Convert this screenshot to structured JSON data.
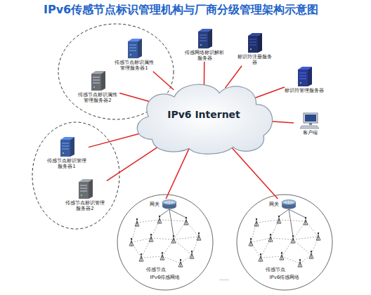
{
  "diagram": {
    "title": "IPv6传感节点标识管理机构与厂商分级管理架构示意图",
    "nodes": [
      {
        "text": [
          "传感网络标识解析服务器"
        ]
      },
      {
        "text": [
          "标识符注册服务器"
        ]
      },
      {
        "text": [
          "传感节点标识属性管理服务器1"
        ]
      },
      {
        "text": [
          "传感节点标识属性管理服务器2"
        ]
      },
      {
        "text": [
          "标识符管理服务器"
        ]
      },
      {
        "text": [
          "IPv6 Internet"
        ]
      },
      {
        "text": [
          "客户端"
        ]
      },
      {
        "text": [
          "传感节点标识管理服务器1"
        ]
      },
      {
        "text": [
          "传感节点标识管理服务器2"
        ]
      },
      {
        "text": [
          "IPv6传感网络"
        ]
      },
      {
        "text": [
          "网关"
        ],
        "in": 9
      },
      {
        "text": [
          "IPv6传感网络"
        ]
      },
      {
        "text": [
          "网关"
        ],
        "in": 11
      }
    ],
    "edges": [
      {
        "from": 0,
        "to": 5,
        "arrow": "none"
      },
      {
        "from": 1,
        "to": 5,
        "arrow": "none"
      },
      {
        "from": 2,
        "to": 5,
        "arrow": "none"
      },
      {
        "from": 3,
        "to": 5,
        "arrow": "none"
      },
      {
        "from": 4,
        "to": 5,
        "arrow": "none"
      },
      {
        "from": 6,
        "to": 5,
        "arrow": "none"
      },
      {
        "from": 7,
        "to": 5,
        "arrow": "none"
      },
      {
        "from": 8,
        "to": 5,
        "arrow": "none"
      },
      {
        "from": 5,
        "to": 10,
        "arrow": "none"
      },
      {
        "from": 5,
        "to": 12,
        "arrow": "none"
      }
    ],
    "labels": [
      "传感节点",
      "……",
      "传感节点"
    ]
  }
}
